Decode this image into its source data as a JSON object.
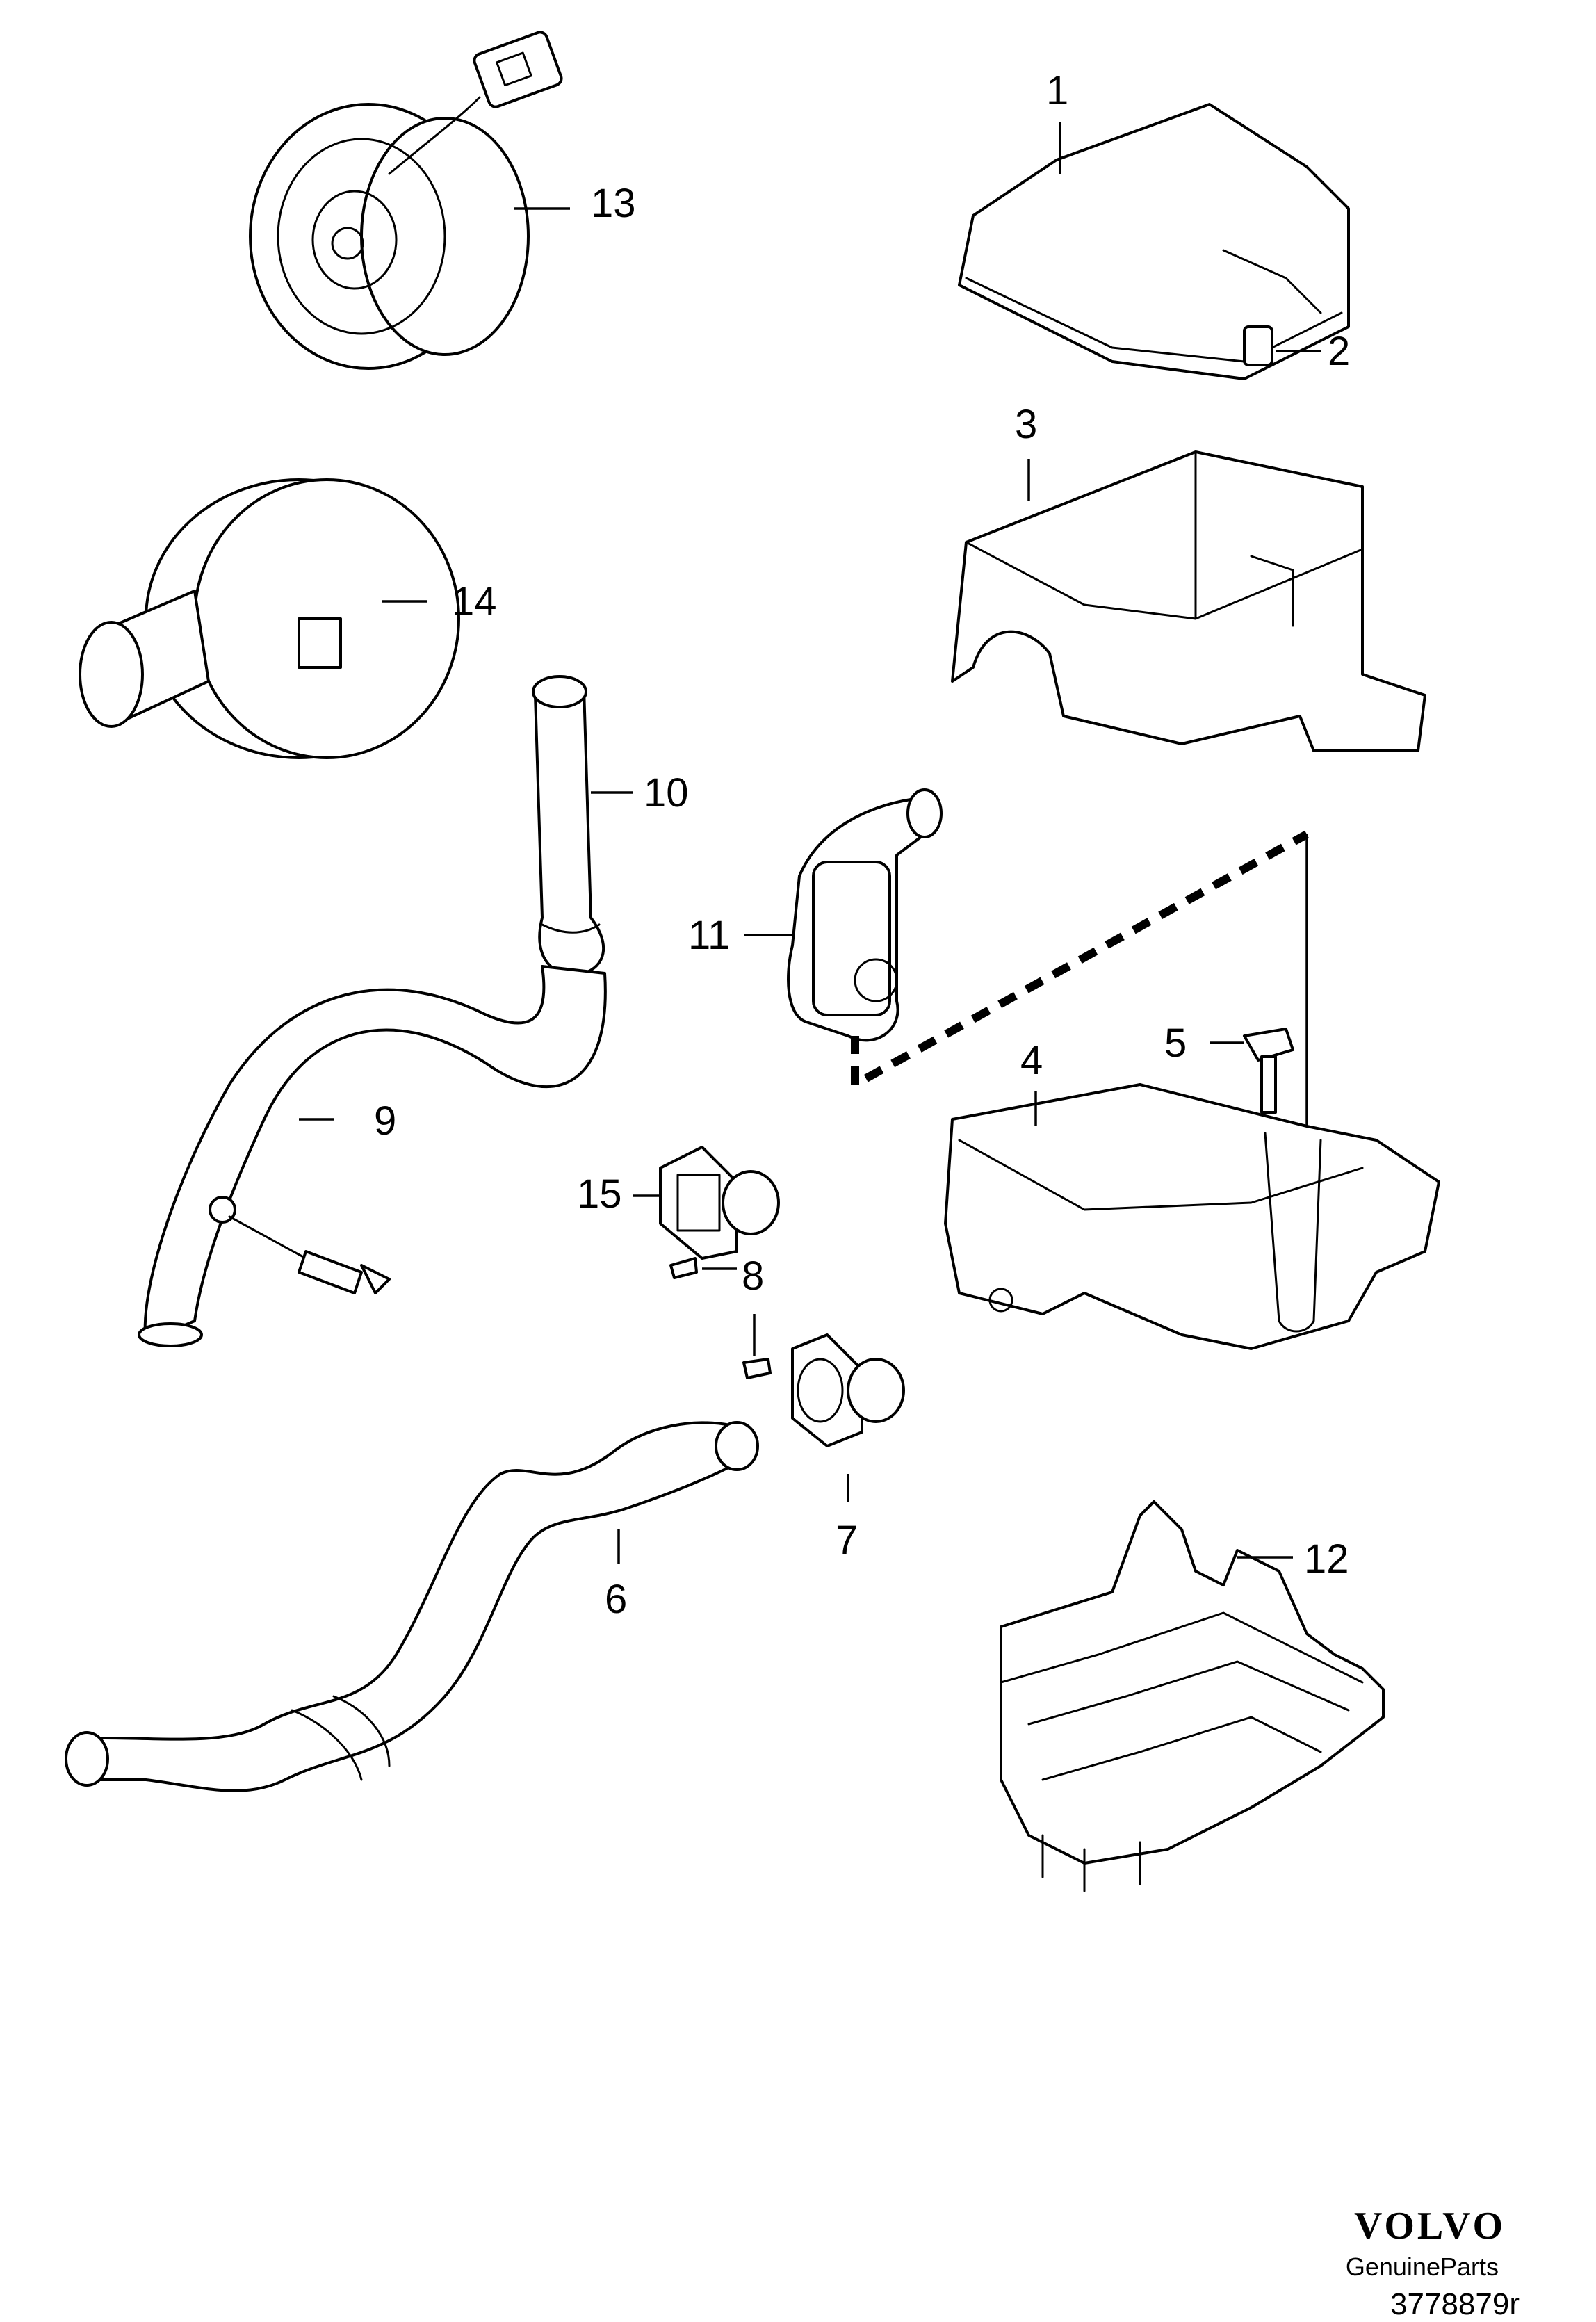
{
  "callouts": {
    "c1": "1",
    "c2": "2",
    "c3": "3",
    "c4": "4",
    "c5": "5",
    "c6": "6",
    "c7": "7",
    "c8": "8",
    "c9": "9",
    "c10": "10",
    "c11": "11",
    "c12": "12",
    "c13": "13",
    "c14": "14",
    "c15": "15"
  },
  "footer": {
    "brand": "VOLVO",
    "subtitle": "GenuineParts",
    "drawing_number": "3778879r"
  }
}
